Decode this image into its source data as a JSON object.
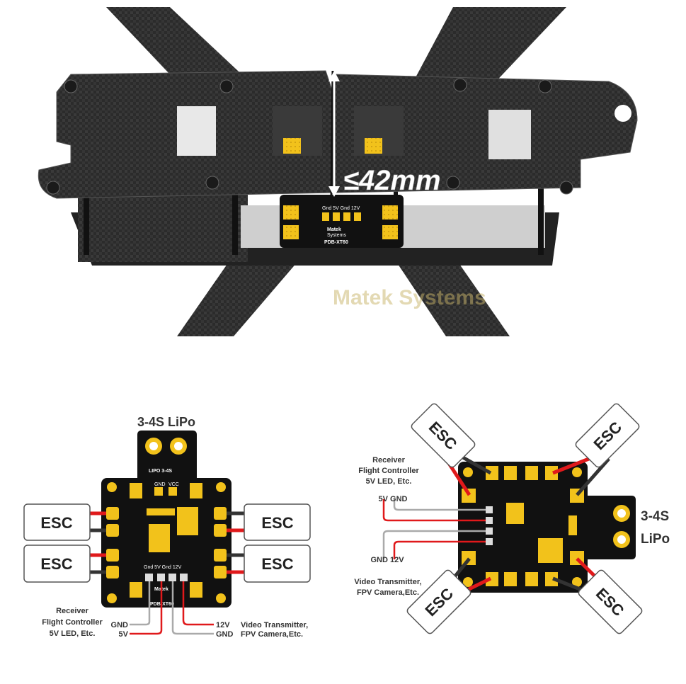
{
  "photo": {
    "height_label": "≤42mm",
    "board_brand": "Matek",
    "board_brand_sub": "Systems",
    "board_model": "PDB-XT60",
    "board_pads": "Gnd 5V Gnd 12V",
    "watermark": "Matek Systems"
  },
  "left_diagram": {
    "title": "3-4S LiPo",
    "battery_marking": "LIPO 3-4S",
    "esc_label": "ESC",
    "pad_labels": [
      "GND",
      "VCC"
    ],
    "bottom_pads": "Gnd 5V Gnd 12V",
    "board_model": "PDB-XT60",
    "board_brand": "Matek",
    "left_group": [
      "Receiver",
      "Flight Controller",
      "5V LED, Etc."
    ],
    "left_wires": [
      "GND",
      "5V"
    ],
    "right_wires": [
      "12V",
      "GND"
    ],
    "right_group": [
      "Video Transmitter,",
      "FPV Camera,Etc."
    ]
  },
  "right_diagram": {
    "title_line1": "3-4S",
    "title_line2": "LiPo",
    "esc_label": "ESC",
    "top_group": [
      "Receiver",
      "Flight Controller",
      "5V LED, Etc."
    ],
    "top_wires": "5V GND",
    "bottom_wires": "GND 12V",
    "bottom_group": [
      "Video Transmitter,",
      "FPV Camera,Etc."
    ]
  },
  "colors": {
    "pcb": "#111111",
    "pad": "#f2c21b",
    "wire_red": "#e0191b",
    "wire_black": "#333333",
    "carbon": "#2a2a2a"
  }
}
